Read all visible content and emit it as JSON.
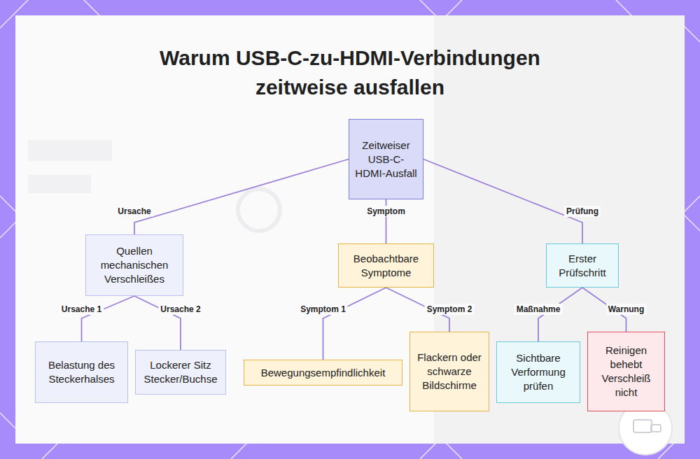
{
  "diagram": {
    "title": "Warum USB-C-zu-HDMI-Verbindungen zeitweise ausfallen",
    "nodes": [
      {
        "text": [
          "Zeitweiser USB-C-HDMI-Ausfall"
        ]
      },
      {
        "text": [
          "Quellen mechanischen Verschleißes"
        ]
      },
      {
        "text": [
          "Beobachtbare Symptome"
        ]
      },
      {
        "text": [
          "Erster Prüfschritt"
        ]
      },
      {
        "text": [
          "Belastung des Steckerhalses"
        ]
      },
      {
        "text": [
          "Lockerer Sitz Stecker/Buchse"
        ]
      },
      {
        "text": [
          "Bewegungsempfindlichkeit"
        ]
      },
      {
        "text": [
          "Flackern oder schwarze Bildschirme"
        ]
      },
      {
        "text": [
          "Sichtbare Verformung prüfen"
        ]
      },
      {
        "text": [
          "Reinigen behebt Verschleiß nicht"
        ]
      }
    ],
    "edges": [
      {
        "from": 0,
        "to": 1,
        "label": "Ursache",
        "arrow": "none"
      },
      {
        "from": 0,
        "to": 2,
        "label": "Symptom",
        "arrow": "none"
      },
      {
        "from": 0,
        "to": 3,
        "label": "Prüfung",
        "arrow": "none"
      },
      {
        "from": 1,
        "to": 4,
        "label": "Ursache 1",
        "arrow": "none"
      },
      {
        "from": 1,
        "to": 5,
        "label": "Ursache 2",
        "arrow": "none"
      },
      {
        "from": 2,
        "to": 6,
        "label": "Symptom 1",
        "arrow": "none"
      },
      {
        "from": 2,
        "to": 7,
        "label": "Symptom 2",
        "arrow": "none"
      },
      {
        "from": 3,
        "to": 8,
        "label": "Maßnahme",
        "arrow": "none"
      },
      {
        "from": 3,
        "to": 9,
        "label": "Warnung",
        "arrow": "none"
      }
    ]
  }
}
